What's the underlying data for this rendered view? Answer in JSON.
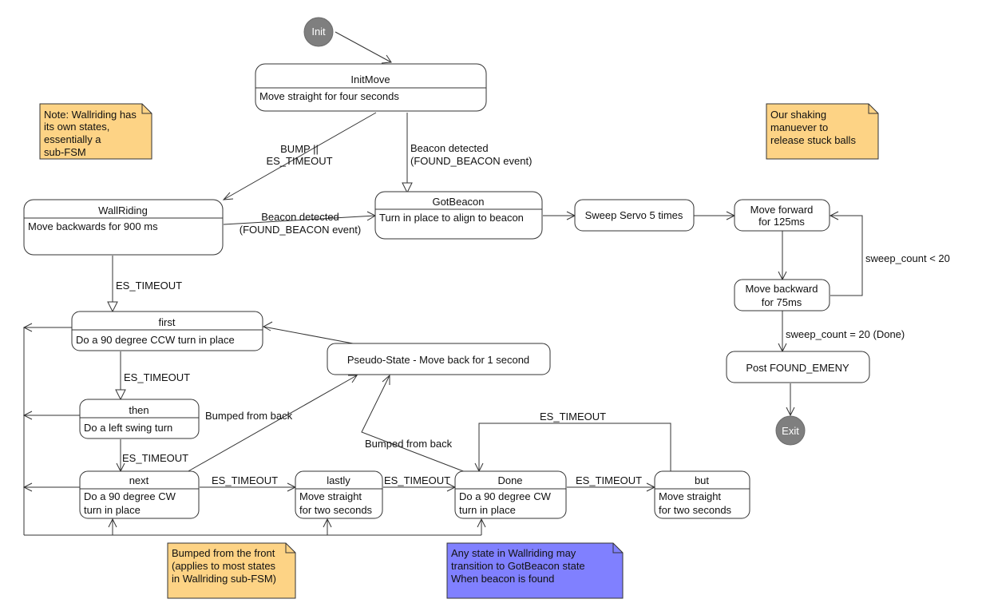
{
  "diagram": {
    "pseudo_states": {
      "init": "Init",
      "exit": "Exit"
    },
    "states": {
      "initmove": {
        "name": "InitMove",
        "action": "Move straight for four seconds"
      },
      "wallriding": {
        "name": "WallRiding",
        "action": "Move backwards for 900 ms"
      },
      "gotbeacon": {
        "name": "GotBeacon",
        "action": "Turn in place to align to beacon"
      },
      "sweep": {
        "name": "Sweep Servo 5 times"
      },
      "move_forward": {
        "line1": "Move forward",
        "line2": "for 125ms"
      },
      "move_backward": {
        "line1": "Move backward",
        "line2": "for 75ms"
      },
      "post_found": {
        "name": "Post FOUND_EMENY"
      },
      "first": {
        "name": "first",
        "action": "Do a 90 degree CCW turn in place"
      },
      "then": {
        "name": "then",
        "action": "Do a left swing turn"
      },
      "next": {
        "name": "next",
        "action_line1": "Do a 90 degree CW",
        "action_line2": "turn in place"
      },
      "lastly": {
        "name": "lastly",
        "action_line1": "Move straight",
        "action_line2": "for two seconds"
      },
      "done": {
        "name": "Done",
        "action_line1": "Do a 90 degree CW",
        "action_line2": "turn in place"
      },
      "but": {
        "name": "but",
        "action_line1": "Move straight",
        "action_line2": "for two seconds"
      },
      "pseudo_move_back": {
        "name": "Pseudo-State - Move back for 1 second"
      }
    },
    "transition_labels": {
      "bump_line1": "BUMP ||",
      "bump_line2": "ES_TIMEOUT",
      "beacon_initmove_line1": "Beacon detected",
      "beacon_initmove_line2": "(FOUND_BEACON event)",
      "beacon_wall_line1": "Beacon detected",
      "beacon_wall_line2": "(FOUND_BEACON event)",
      "wall_to_first": "ES_TIMEOUT",
      "first_to_then": "ES_TIMEOUT",
      "then_to_next": "ES_TIMEOUT",
      "next_to_lastly": "ES_TIMEOUT",
      "lastly_to_done": "ES_TIMEOUT",
      "done_to_but": "ES_TIMEOUT",
      "but_to_done": "ES_TIMEOUT",
      "bumped_back_left": "Bumped from back",
      "bumped_back_right": "Bumped from back",
      "sweep_lt": "sweep_count < 20",
      "sweep_eq": "sweep_count = 20 (Done)"
    },
    "notes": {
      "wallriding_note": [
        "Note: Wallriding has",
        "its own states,",
        "essentially a",
        "sub-FSM"
      ],
      "shaking_note": [
        "Our shaking",
        "manuever to",
        "release stuck balls"
      ],
      "bumped_front_note": [
        "Bumped from the front",
        "(applies to most states",
        "in Wallriding sub-FSM)"
      ],
      "any_state_note": [
        "Any state in Wallriding may",
        "transition to GotBeacon state",
        "When beacon is found"
      ]
    },
    "colors": {
      "note_yellow": "#fdd385",
      "note_blue": "#8080ff",
      "pseudo_state": "#7f7f7f"
    }
  }
}
